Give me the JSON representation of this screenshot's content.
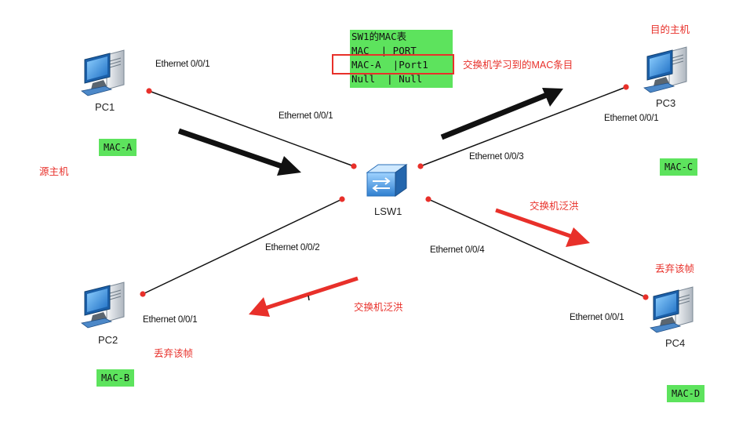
{
  "devices": {
    "pc1": "PC1",
    "pc2": "PC2",
    "pc3": "PC3",
    "pc4": "PC4",
    "switch": "LSW1"
  },
  "ports": {
    "pc1_port": "Ethernet 0/0/1",
    "pc2_port": "Ethernet 0/0/1",
    "pc3_port": "Ethernet 0/0/1",
    "pc4_port": "Ethernet 0/0/1",
    "sw_port1": "Ethernet 0/0/1",
    "sw_port2": "Ethernet 0/0/2",
    "sw_port3": "Ethernet 0/0/3",
    "sw_port4": "Ethernet 0/0/4"
  },
  "mac_labels": {
    "pc1": "MAC-A",
    "pc2": "MAC-B",
    "pc3": "MAC-C",
    "pc4": "MAC-D"
  },
  "mac_table": {
    "title": "SW1的MAC表",
    "header": "MAC  | PORT",
    "row1": "MAC-A  |Port1",
    "row2": "Null  | Null"
  },
  "annotations": {
    "learned": "交换机学习到的MAC条目",
    "source_host": "源主机",
    "dest_host": "目的主机",
    "flood_pc4": "交换机泛洪",
    "flood_pc2": "交换机泛洪",
    "drop_pc4": "丢弃该帧",
    "drop_pc2": "丢弃该帧"
  },
  "colors": {
    "red": "#e8302a",
    "green": "#5de35d",
    "black_arrow": "#111111",
    "pc_blue": "#2f86d6"
  }
}
